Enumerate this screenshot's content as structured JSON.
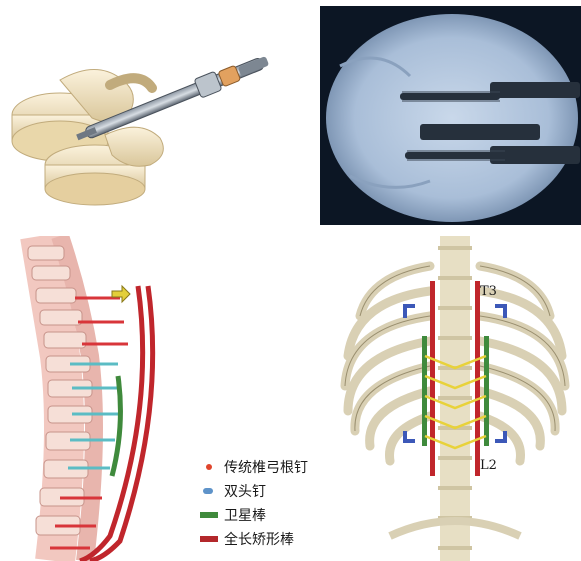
{
  "ribcage": {
    "top_level_label": "T3",
    "bottom_level_label": "L2"
  },
  "legend": {
    "items": [
      {
        "label": "传统椎弓根钉",
        "color": "#e0452c",
        "icon": "dot-icon"
      },
      {
        "label": "双头钉",
        "color": "#5e93c9",
        "icon": "capsule-icon"
      },
      {
        "label": "卫星棒",
        "color": "#3f8a3c",
        "icon": "bar-icon"
      },
      {
        "label": "全长矫形棒",
        "color": "#b3282b",
        "icon": "bar-icon"
      }
    ]
  }
}
